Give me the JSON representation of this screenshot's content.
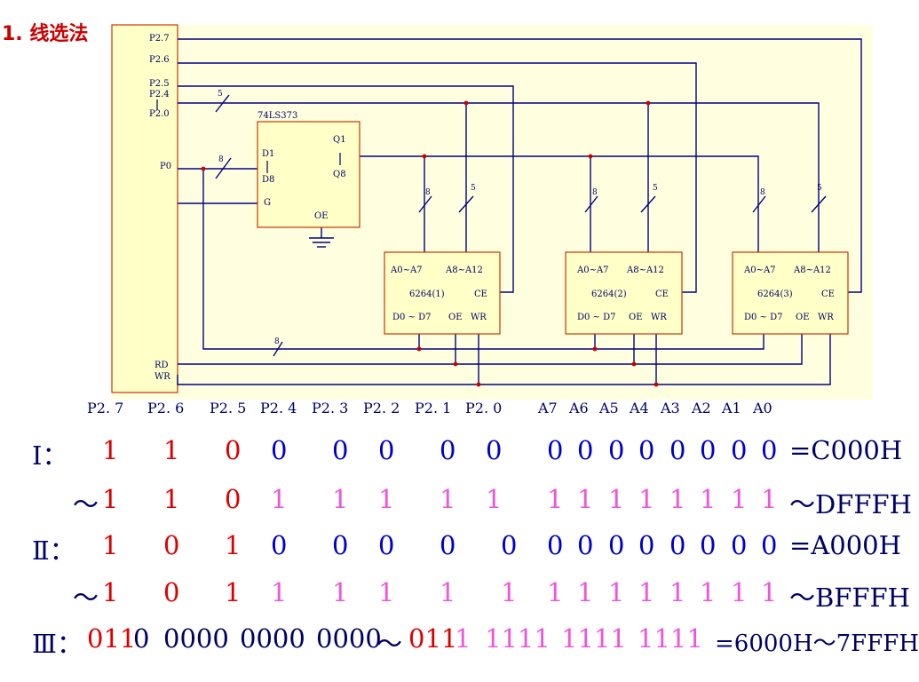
{
  "title": "1. 线选法",
  "circuit": {
    "mcu_pins": [
      "P2.7",
      "P2.6",
      "P2.5",
      "P2.4",
      "P2.0",
      "P0",
      "RD",
      "WR"
    ],
    "latch": {
      "name": "74LS373",
      "pins": [
        "D1",
        "D8",
        "Q1",
        "Q8",
        "G",
        "OE"
      ]
    },
    "bus_widths": {
      "p2_bus": "5",
      "p0_bus": "8",
      "addr_low": "8",
      "addr_high": "5",
      "data": "8"
    },
    "chips": [
      {
        "name": "6264(1)",
        "addr_low": "A0~A7",
        "addr_high": "A8~A12",
        "ce": "CE",
        "data": "D0 ~ D7",
        "oe": "OE",
        "wr": "WR"
      },
      {
        "name": "6264(2)",
        "addr_low": "A0~A7",
        "addr_high": "A8~A12",
        "ce": "CE",
        "data": "D0 ~ D7",
        "oe": "OE",
        "wr": "WR"
      },
      {
        "name": "6264(3)",
        "addr_low": "A0~A7",
        "addr_high": "A8~A12",
        "ce": "CE",
        "data": "D0 ~ D7",
        "oe": "OE",
        "wr": "WR"
      }
    ]
  },
  "pin_header": [
    "P2. 7",
    "P2. 6",
    "P2. 5",
    "P2. 4",
    "P2. 3",
    "P2. 2",
    "P2. 1",
    "P2. 0",
    "A7",
    "A6",
    "A5",
    "A4",
    "A3",
    "A2",
    "A1",
    "A0"
  ],
  "rows": [
    {
      "label": "Ⅰ：",
      "bits": [
        "1",
        "1",
        "0",
        "0",
        "0",
        "0",
        "0",
        "0",
        "0",
        "0",
        "0",
        "0",
        "0",
        "0",
        "0",
        "0"
      ],
      "result": "=C000H"
    },
    {
      "label": "～",
      "bits": [
        "1",
        "1",
        "0",
        "1",
        "1",
        "1",
        "1",
        "1",
        "1",
        "1",
        "1",
        "1",
        "1",
        "1",
        "1",
        "1"
      ],
      "result": "～DFFFH"
    },
    {
      "label": "Ⅱ：",
      "bits": [
        "1",
        "0",
        "1",
        "0",
        "0",
        "0",
        "0",
        "0",
        "0",
        "0",
        "0",
        "0",
        "0",
        "0",
        "0",
        "0"
      ],
      "result": "=A000H"
    },
    {
      "label": "～",
      "bits": [
        "1",
        "0",
        "1",
        "1",
        "1",
        "1",
        "1",
        "1",
        "1",
        "1",
        "1",
        "1",
        "1",
        "1",
        "1",
        "1"
      ],
      "result": "～BFFFH"
    }
  ],
  "row3": {
    "label": "Ⅲ：",
    "g1_red": "011",
    "g1_pink": "1",
    "g1_end": "0",
    "g2": "0000",
    "g3": "0000",
    "g4": "0000",
    "tilde": "～",
    "g5_red": "011",
    "g5_pink": "1",
    "g6": "1111",
    "g7": "1111",
    "g8": "1111",
    "result": "=6000H～7FFFH"
  },
  "colors": {
    "zero": "#0000cc",
    "one": "#ee55dd",
    "fixed": "#dd0000",
    "wire": "#000080",
    "panel": "#ffffe0"
  }
}
